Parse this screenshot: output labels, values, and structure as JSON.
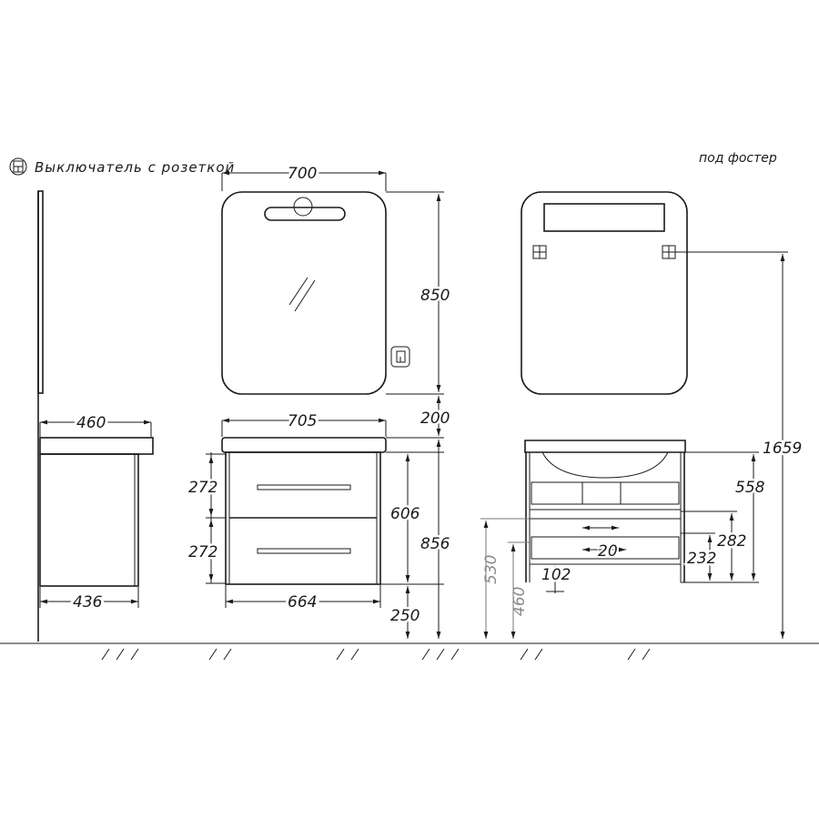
{
  "legend": {
    "icon": "switch-socket-icon",
    "text": "Выключатель с розеткой"
  },
  "variant_note": "под фостер",
  "dimensions": {
    "mirror_width": "700",
    "mirror_height": "850",
    "mirror_gap": "200",
    "cabinet_depth_top": "460",
    "cabinet_depth_bottom": "436",
    "basin_width": "705",
    "drawer_height_top": "272",
    "drawer_height_bottom": "272",
    "cabinet_body_height": "606",
    "cabinet_total_height": "856",
    "cabinet_width_bottom": "664",
    "floor_clearance": "250",
    "total_height": "1659",
    "rear_558": "558",
    "rear_282": "282",
    "rear_232": "232",
    "rear_102": "102",
    "rear_20": "20",
    "rear_530": "530",
    "rear_460": "460"
  }
}
